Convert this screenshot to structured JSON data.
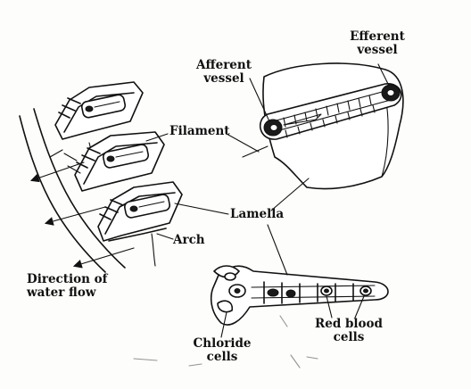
{
  "labels": {
    "efferent_vessel": [
      "Efferent",
      "vessel"
    ],
    "afferent_vessel": [
      "Afferent",
      "vessel"
    ],
    "filament": "Filament",
    "lamella": "Lamella",
    "arch": "Arch",
    "direction_of_water_flow": [
      "Direction of",
      "water flow"
    ],
    "red_blood_cells": [
      "Red blood",
      "cells"
    ],
    "chloride_cells": [
      "Chloride",
      "cells"
    ]
  },
  "colors": {
    "ink": "#111111",
    "paper": "#fdfdfb"
  }
}
